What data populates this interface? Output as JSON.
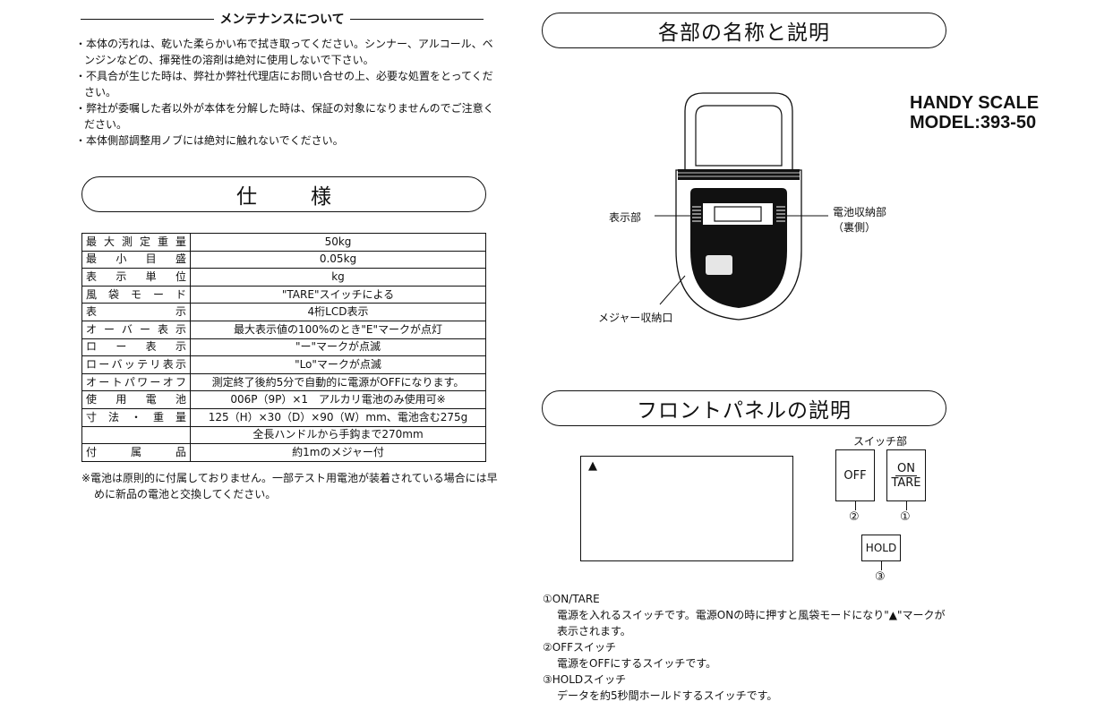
{
  "maintenance": {
    "title": "メンテナンスについて",
    "items": [
      "・本体の汚れは、乾いた柔らかい布で拭き取ってください。シンナー、アルコール、ベンジンなどの、揮発性の溶剤は絶対に使用しないで下さい。",
      "・不具合が生じた時は、弊社か弊社代理店にお問い合せの上、必要な処置をとってください。",
      "・弊社が委嘱した者以外が本体を分解した時は、保証の対象になりませんのでご注意ください。",
      "・本体側部調整用ノブには絶対に触れないでください。"
    ]
  },
  "spec": {
    "title": "仕様",
    "rows": [
      {
        "key": "最大測定重量",
        "value": "50kg"
      },
      {
        "key": "最小目盛",
        "value": "0.05kg"
      },
      {
        "key": "表示単位",
        "value": "kg"
      },
      {
        "key": "風袋モード",
        "value": "\"TARE\"スイッチによる"
      },
      {
        "key": "表示",
        "value": "4桁LCD表示"
      },
      {
        "key": "オーバー表示",
        "value": "最大表示値の100%のとき\"E\"マークが点灯"
      },
      {
        "key": "ロー表示",
        "value": "\"ー\"マークが点滅"
      },
      {
        "key": "ローバッテリ表示",
        "value": "\"Lo\"マークが点滅"
      },
      {
        "key": "オートパワーオフ",
        "value": "測定終了後約5分で自動的に電源がOFFになります。"
      },
      {
        "key": "使用電池",
        "value": "006P（9P）×1　アルカリ電池のみ使用可※"
      },
      {
        "key": "寸法・重量",
        "value": "125（H）×30（D）×90（W）mm、電池含む275g"
      },
      {
        "key": "",
        "value": "全長ハンドルから手鈎まで270mm"
      },
      {
        "key": "付属品",
        "value": "約1mのメジャー付"
      }
    ],
    "note": "※電池は原則的に付属しておりません。一部テスト用電池が装着されている場合には早めに新品の電池と交換してください。"
  },
  "parts": {
    "title": "各部の名称と説明",
    "display_label": "表示部",
    "battery_label": "電池収納部",
    "battery_sub": "（裏側）",
    "measure_label": "メジャー収納口"
  },
  "model": {
    "line1": "HANDY SCALE",
    "line2": "MODEL:393-50"
  },
  "panel": {
    "title": "フロントパネルの説明",
    "lcd_mark": "▲",
    "switch_header": "スイッチ部",
    "off_label": "OFF",
    "on_label": "ON",
    "tare_label": "TARE",
    "hold_label": "HOLD",
    "num1": "①",
    "num2": "②",
    "num3": "③",
    "descriptions": [
      {
        "head": "①ON/TARE",
        "body": "電源を入れるスイッチです。電源ONの時に押すと風袋モードになり\"▲\"マークが表示されます。"
      },
      {
        "head": "②OFFスイッチ",
        "body": "電源をOFFにするスイッチです。"
      },
      {
        "head": "③HOLDスイッチ",
        "body": "データを約5秒間ホールドするスイッチです。"
      }
    ]
  }
}
